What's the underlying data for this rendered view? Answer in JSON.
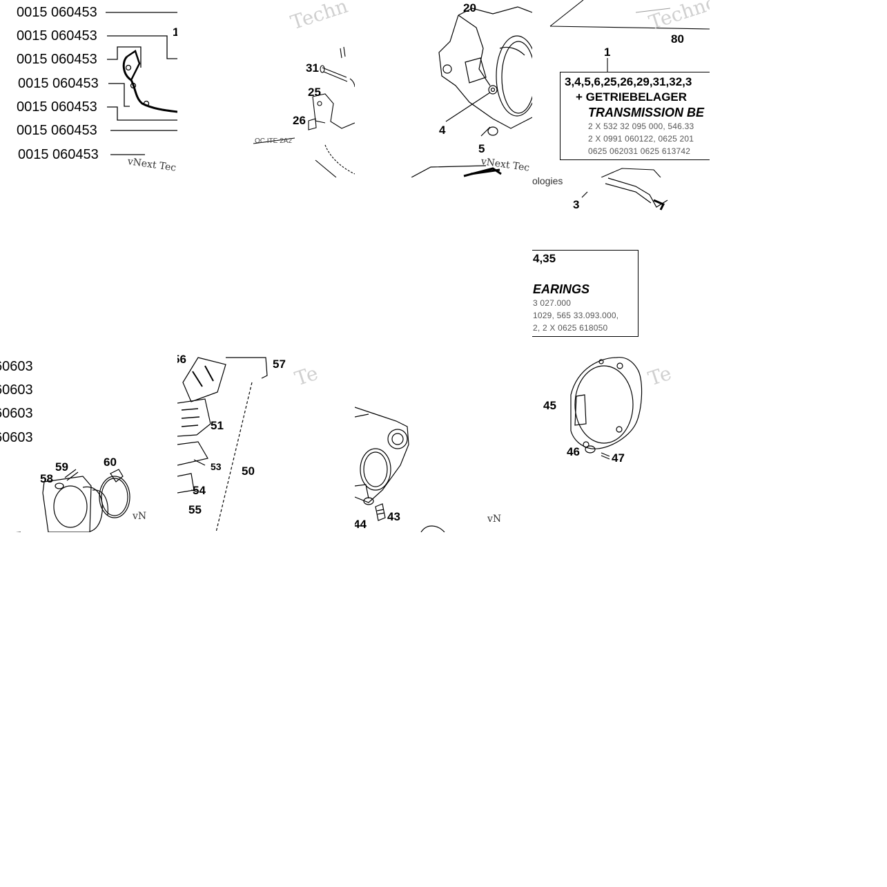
{
  "tile1": {
    "part_numbers": [
      "0015 060453",
      "0015 060453",
      "0015 060453",
      "0015 060453",
      "0015 060453",
      "0015 060453",
      "0015 060453"
    ],
    "callout": "1",
    "watermark": "vNext Tec"
  },
  "tile2": {
    "labels": [
      "31",
      "25",
      "26"
    ],
    "small_text": "OC ITE 2A2",
    "watermark": "Techn"
  },
  "tile3": {
    "labels": [
      "20",
      "4",
      "5"
    ],
    "watermark": "vNext Tec"
  },
  "tile4": {
    "labels": [
      "80",
      "1",
      "3"
    ],
    "watermark": "Techno",
    "watermark2": "ologies",
    "box": {
      "line1": "3,4,5,6,25,26,29,31,32,3",
      "line2": "+ GETRIEBELAGER",
      "line3": "TRANSMISSION BE",
      "line4": "2 X 532 32 095 000, 546.33",
      "line5": "2 X 0991 060122, 0625 201",
      "line6": "0625 062031   0625 613742"
    }
  },
  "tile5": {
    "box": {
      "line1": "4,35",
      "line3": "EARINGS",
      "line4": "3 027.000",
      "line5": "1029, 565 33.093.000,",
      "line6": "2, 2 X 0625 618050"
    }
  },
  "tile6": {
    "part_numbers": [
      "60603",
      "60603",
      "60603",
      "60603"
    ],
    "labels": [
      "59",
      "60",
      "58"
    ],
    "watermark": "vN"
  },
  "tile7": {
    "labels": [
      "56",
      "57",
      "51",
      "53",
      "50",
      "54",
      "55"
    ],
    "watermark": "Te"
  },
  "tile8": {
    "labels": [
      "43",
      "44"
    ],
    "watermark": "vN"
  },
  "tile9": {
    "labels": [
      "45",
      "46",
      "47"
    ],
    "watermark": "Te"
  },
  "colors": {
    "line": "#000000",
    "watermark": "#d0d0d0",
    "background": "#ffffff"
  }
}
